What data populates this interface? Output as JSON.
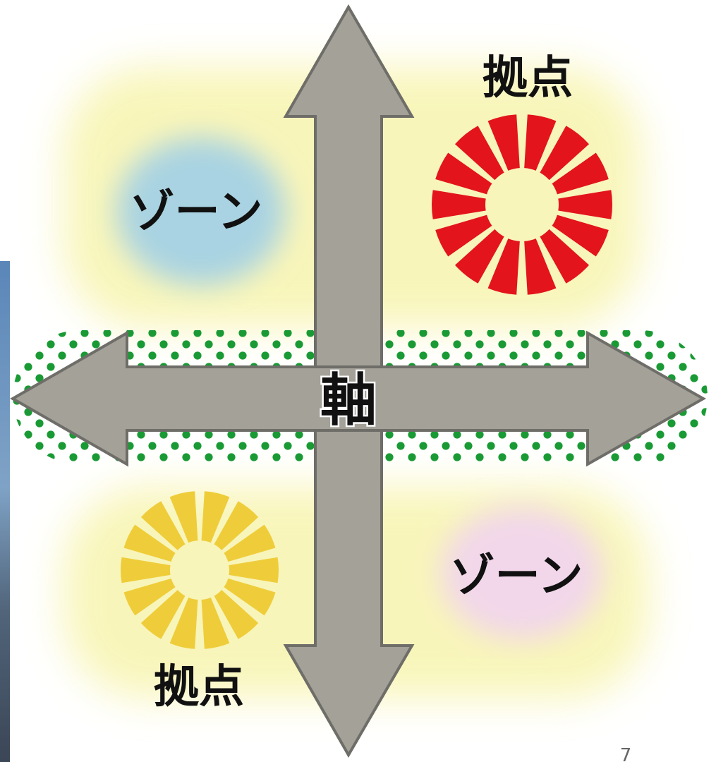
{
  "labels": {
    "zone_top_left": "ゾーン",
    "zone_bottom_right": "ゾーン",
    "hub_top_right": "拠点",
    "hub_bottom_left": "拠点",
    "axis_center": "軸",
    "page_number": "7"
  },
  "colors": {
    "arrow_fill": "#a3a198",
    "arrow_stroke": "#6e6d68",
    "glow_yellow": "#f7f4ae",
    "zone_blue": "#a9d3e2",
    "zone_pink": "#f2d7ea",
    "hub_red": "#e3141c",
    "hub_yellow": "#efcd3a",
    "band_dots": "#1a9a35",
    "photo_strip": "#5d7ea0"
  },
  "icons": {
    "hub_top_right": "radial-segment-ring-icon",
    "hub_bottom_left": "radial-segment-ring-icon",
    "axis": "four-way-arrow-icon"
  }
}
